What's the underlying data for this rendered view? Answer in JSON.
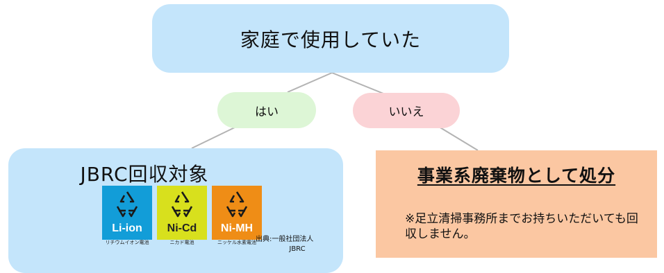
{
  "diagram": {
    "root": {
      "text": "家庭で使用していた"
    },
    "yes": {
      "text": "はい"
    },
    "no": {
      "text": "いいえ"
    },
    "jbrc": {
      "title": "JBRC回収対象",
      "batteries": [
        {
          "code": "Li-ion",
          "caption": "リチウムイオン電池",
          "color": "#129dd8",
          "icon": "recycle-icon"
        },
        {
          "code": "Ni-Cd",
          "caption": "ニカド電池",
          "color": "#d8e01d",
          "icon": "recycle-icon"
        },
        {
          "code": "Ni-MH",
          "caption": "ニッケル水素電池",
          "color": "#ef8d16",
          "icon": "recycle-icon"
        }
      ],
      "credit_line1": "出典:一般社団法人",
      "credit_line2": "JBRC"
    },
    "business": {
      "title": "事業系廃棄物として処分",
      "note": "※足立清掃事務所までお持ちいただいても回収しません。"
    },
    "colors": {
      "blue_box": "#c4e5fb",
      "green_box": "#ddf6d6",
      "pink_box": "#fbd3d6",
      "orange_box": "#fbc7a2",
      "connector": "#b3b3b3"
    }
  }
}
